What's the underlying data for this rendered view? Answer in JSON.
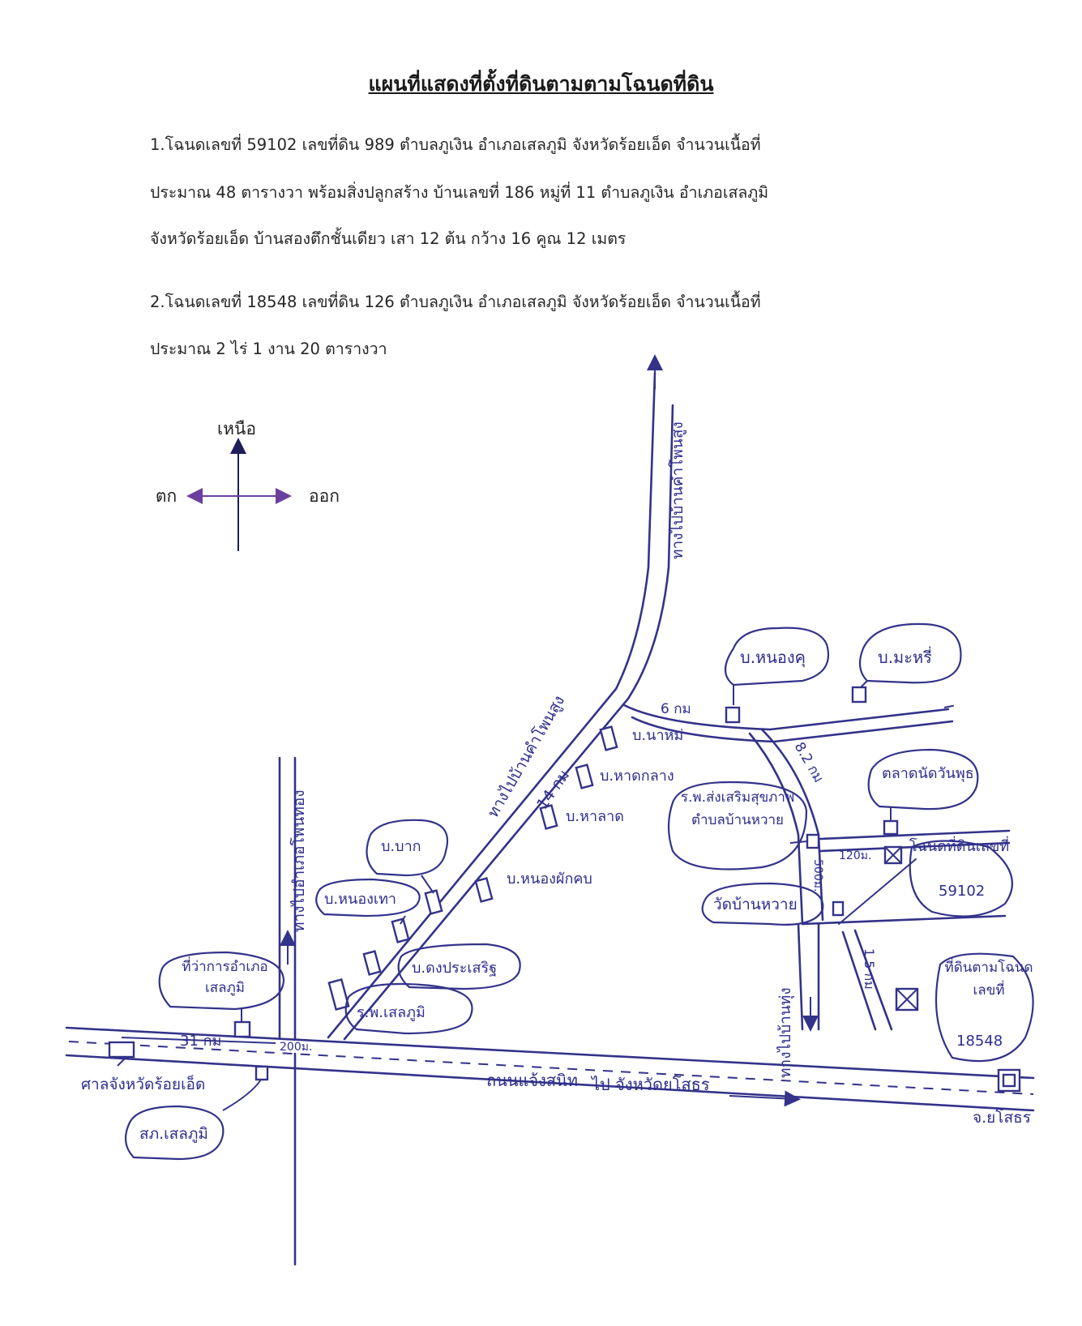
{
  "document": {
    "title": "แผนที่แสดงที่ตั้งที่ดินตามตามโฉนดที่ดิน",
    "paragraph1": [
      "1.โฉนดเลขที่ 59102 เลขที่ดิน 989 ตำบลภูเงิน อำเภอเสลภูมิ  จังหวัดร้อยเอ็ด จำนวนเนื้อที่",
      "ประมาณ 48 ตารางวา พร้อมสิ่งปลูกสร้าง บ้านเลขที่ 186 หมู่ที่ 11 ตำบลภูเงิน  อำเภอเสลภูมิ",
      "จังหวัดร้อยเอ็ด บ้านสองตึกชั้นเดียว เสา 12 ต้น กว้าง 16 คูณ 12 เมตร"
    ],
    "paragraph2": [
      "2.โฉนดเลขที่ 18548 เลขที่ดิน 126 ตำบลภูเงิน อำเภอเสลภูมิ  จังหวัดร้อยเอ็ด จำนวนเนื้อที่",
      "ประมาณ 2 ไร่ 1 งาน 20 ตารางวา"
    ]
  },
  "compass": {
    "north": "เหนือ",
    "west": "ตก",
    "east": "ออก"
  },
  "map": {
    "ink_color": "#33338a",
    "roads": {
      "main_road": "ถนนแจ้งสนิท",
      "main_road_dest": "ไป  จังหวัดยโสธร",
      "road_north_1": "ทางไปบ้านคำโพนสูง",
      "road_north_2": "ทางไปบ้านคำโพนสูง",
      "road_to_phon_thong": "ทางไปอำเภอโพนทอง",
      "road_to_thung": "ทางไปบ้านทุ่ง"
    },
    "distances": {
      "d31": "31 กม",
      "d200": "200ม.",
      "d14": "14 กม",
      "d6": "6 กม",
      "d8": "8.2 กม",
      "d120": "120ม.",
      "d500": "500ม.",
      "d15": "1.5 กม"
    },
    "places": {
      "nong_khu": "บ.หนองคุ",
      "ma_hi": "บ.มะหรี่",
      "na_hom": "บ.นาหม่",
      "hat_klang": "บ.หาดกลาง",
      "ha_lat": "บ.หาลาด",
      "nong_phak_kha": "บ.หนองผักคบ",
      "bak": "บ.บาก",
      "nong_thao": "บ.หนองเทา",
      "dong_prasoet": "บ.ดงประเสริฐ",
      "hospital_selaphum": "ร.พ.เสลภูมิ",
      "district_office": "ที่ว่าการอำเภอเสลภูมิ",
      "court": "ศาลจังหวัดร้อยเอ็ด",
      "police": "สภ.เสลภูมิ",
      "health_center": "ร.พ.ส่งเสริมสุขภาพตำบลบ้านหวาย",
      "wat": "วัดบ้านหวาย",
      "market": "ตลาดนัดวันพุธ",
      "deed1_label": "โฉนดที่ดินเลขที่",
      "deed1_number": "59102",
      "deed2_label": "ที่ดินตามโฉนดเลขที่",
      "deed2_number": "18548",
      "yasothon": "จ.ยโสธร"
    }
  }
}
